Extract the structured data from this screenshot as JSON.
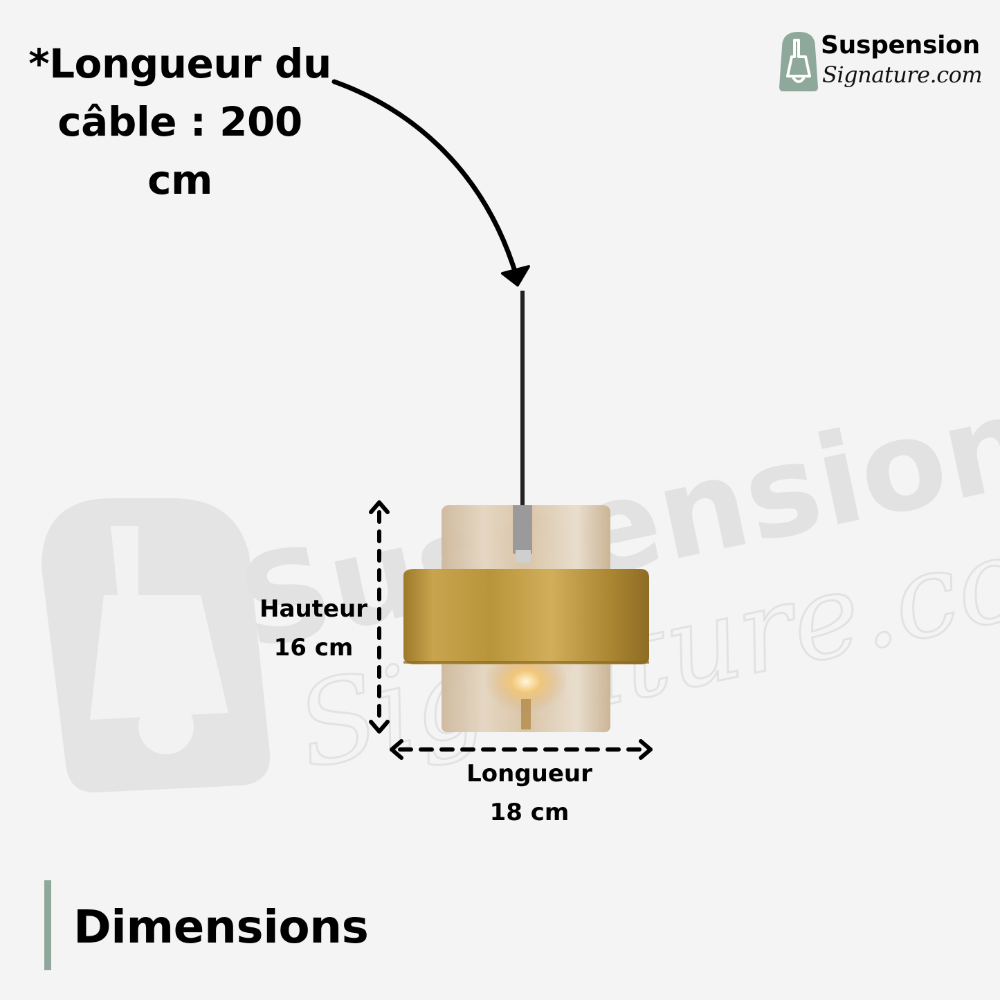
{
  "cable_label": {
    "line1": "*Longueur du",
    "line2": "câble : 200 cm"
  },
  "logo": {
    "name": "Suspension",
    "domain": "Signature.com",
    "icon": "pendant-lamp-icon",
    "icon_color": "#8fa89c"
  },
  "watermark": {
    "name": "Suspension",
    "domain": "Signature.com",
    "color": "#e2e2e2"
  },
  "height_dimension": {
    "label": "Hauteur",
    "value": "16 cm"
  },
  "length_dimension": {
    "label": "Longueur",
    "value": "18 cm"
  },
  "section": {
    "title": "Dimensions",
    "accent_color": "#8fa89c"
  },
  "colors": {
    "background": "#f4f4f4",
    "brass": "#b8943a",
    "glass": "#d9c3a4"
  }
}
